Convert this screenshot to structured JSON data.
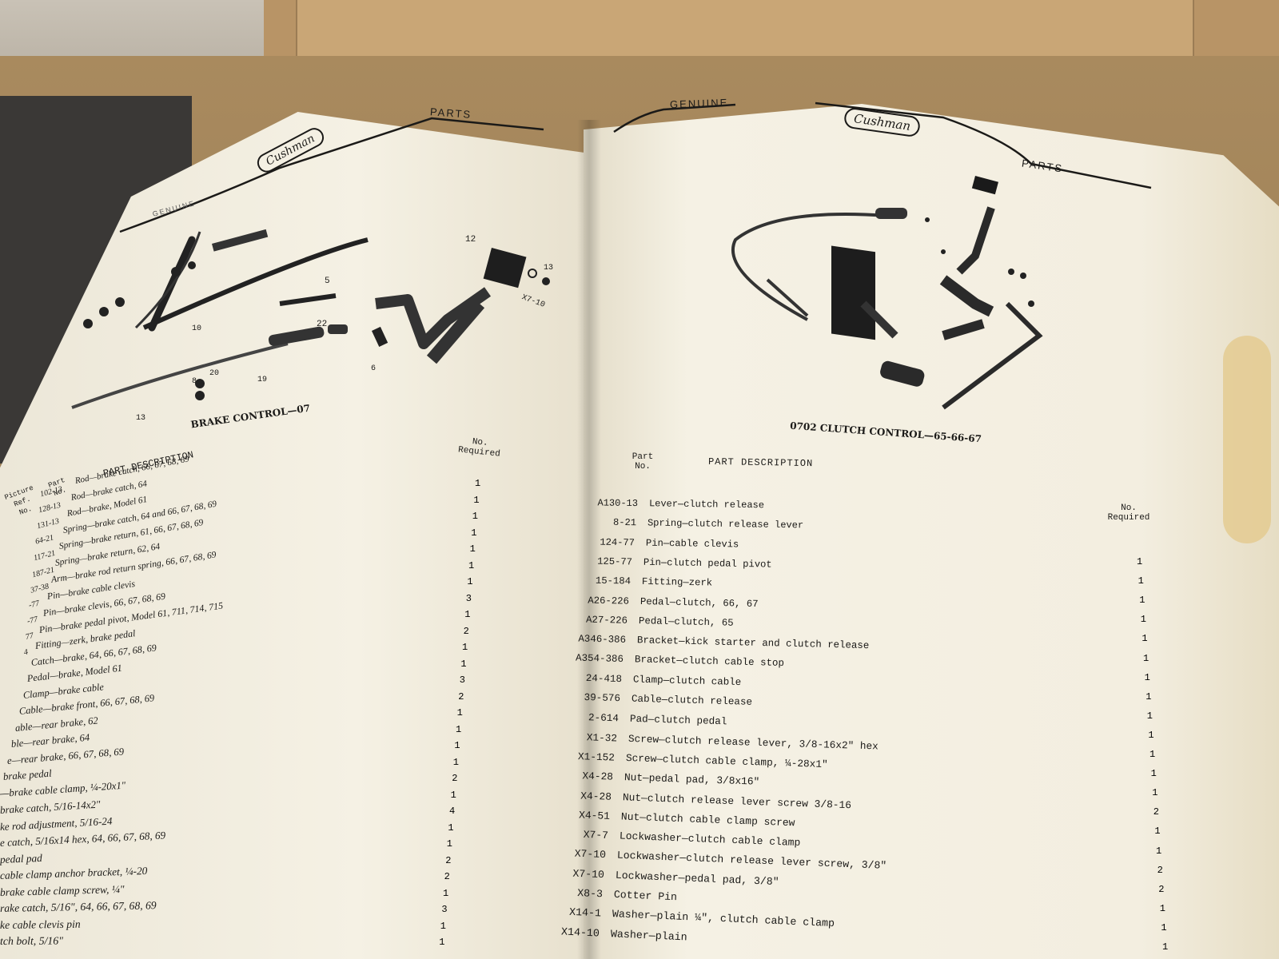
{
  "left_page": {
    "header_parts": "PARTS",
    "header_genuine": "GENUINE",
    "diagram_caption": "BRAKE CONTROL—07",
    "col_picture_ref": "Picture Ref. No.",
    "col_part_no": "Part No.",
    "col_description": "PART DESCRIPTION",
    "col_required": "No. Required",
    "callouts": [
      "12",
      "13",
      "X7-10",
      "5",
      "22",
      "6",
      "10",
      "8",
      "20",
      "19",
      "13"
    ],
    "rows": [
      {
        "part": "102-13",
        "desc": "Rod—brake catch, 66, 67, 68, 69",
        "qty": "1"
      },
      {
        "part": "128-13",
        "desc": "Rod—brake catch, 64",
        "qty": "1"
      },
      {
        "part": "131-13",
        "desc": "Rod—brake, Model 61",
        "qty": "1"
      },
      {
        "part": "64-21",
        "desc": "Spring—brake catch, 64 and 66, 67, 68, 69",
        "qty": "1"
      },
      {
        "part": "117-21",
        "desc": "Spring—brake return, 61, 66, 67, 68, 69",
        "qty": "1"
      },
      {
        "part": "187-21",
        "desc": "Spring—brake return, 62, 64",
        "qty": "1"
      },
      {
        "part": "37-38",
        "desc": "Arm—brake rod return spring, 66, 67, 68, 69",
        "qty": "1"
      },
      {
        "part": "-77",
        "desc": "Pin—brake cable clevis",
        "qty": "3"
      },
      {
        "part": "-77",
        "desc": "Pin—brake clevis, 66, 67, 68, 69",
        "qty": "1"
      },
      {
        "part": "77",
        "desc": "Pin—brake pedal pivot, Model 61, 711, 714, 715",
        "qty": "2"
      },
      {
        "part": "4",
        "desc": "Fitting—zerk, brake pedal",
        "qty": "1"
      },
      {
        "part": "",
        "desc": "Catch—brake, 64, 66, 67, 68, 69",
        "qty": "1"
      },
      {
        "part": "",
        "desc": "Pedal—brake, Model 61",
        "qty": "3"
      },
      {
        "part": "",
        "desc": "Clamp—brake cable",
        "qty": "2"
      },
      {
        "part": "",
        "desc": "Cable—brake front, 66, 67, 68, 69",
        "qty": "1"
      },
      {
        "part": "",
        "desc": "able—rear brake, 62",
        "qty": "1"
      },
      {
        "part": "",
        "desc": "ble—rear brake, 64",
        "qty": "1"
      },
      {
        "part": "",
        "desc": "e—rear brake, 66, 67, 68, 69",
        "qty": "1"
      },
      {
        "part": "",
        "desc": "brake pedal",
        "qty": "2"
      },
      {
        "part": "",
        "desc": "—brake cable clamp, ¼-20x1\"",
        "qty": "1"
      },
      {
        "part": "",
        "desc": "brake catch, 5/16-14x2\"",
        "qty": "4"
      },
      {
        "part": "",
        "desc": "ke rod adjustment, 5/16-24",
        "qty": "1"
      },
      {
        "part": "",
        "desc": "e catch, 5/16x14 hex, 64, 66, 67, 68, 69",
        "qty": "1"
      },
      {
        "part": "",
        "desc": "pedal pad",
        "qty": "2"
      },
      {
        "part": "",
        "desc": "cable clamp anchor bracket, ¼-20",
        "qty": "2"
      },
      {
        "part": "",
        "desc": "brake cable clamp screw, ¼\"",
        "qty": "1"
      },
      {
        "part": "",
        "desc": "rake catch, 5/16\", 64, 66, 67, 68, 69",
        "qty": "3"
      },
      {
        "part": "",
        "desc": "ke cable clevis pin",
        "qty": "1"
      },
      {
        "part": "",
        "desc": "tch bolt, 5/16\"",
        "qty": "1"
      }
    ]
  },
  "right_page": {
    "header_genuine": "GENUINE",
    "brand": "Cushman",
    "header_parts": "PARTS",
    "diagram_caption": "0702 CLUTCH CONTROL—65-66-67",
    "col_part_no": "Part No.",
    "col_description": "PART DESCRIPTION",
    "col_required": "No. Required",
    "rows": [
      {
        "part": "A130-13",
        "desc": "Lever—clutch release",
        "qty": "1"
      },
      {
        "part": "8-21",
        "desc": "Spring—clutch release lever",
        "qty": "1"
      },
      {
        "part": "124-77",
        "desc": "Pin—cable clevis",
        "qty": "1"
      },
      {
        "part": "125-77",
        "desc": "Pin—clutch pedal pivot",
        "qty": "1"
      },
      {
        "part": "15-184",
        "desc": "Fitting—zerk",
        "qty": "1"
      },
      {
        "part": "A26-226",
        "desc": "Pedal—clutch, 66, 67",
        "qty": "1"
      },
      {
        "part": "A27-226",
        "desc": "Pedal—clutch, 65",
        "qty": "1"
      },
      {
        "part": "A346-386",
        "desc": "Bracket—kick starter and clutch release",
        "qty": "1"
      },
      {
        "part": "A354-386",
        "desc": "Bracket—clutch cable stop",
        "qty": "1"
      },
      {
        "part": "24-418",
        "desc": "Clamp—clutch cable",
        "qty": "1"
      },
      {
        "part": "39-576",
        "desc": "Cable—clutch release",
        "qty": "1"
      },
      {
        "part": "2-614",
        "desc": "Pad—clutch pedal",
        "qty": "1"
      },
      {
        "part": "X1-32",
        "desc": "Screw—clutch release lever, 3/8-16x2\" hex",
        "qty": "1"
      },
      {
        "part": "X1-152",
        "desc": "Screw—clutch cable clamp, ¼-28x1\"",
        "qty": "2"
      },
      {
        "part": "X4-28",
        "desc": "Nut—pedal pad, 3/8x16\"",
        "qty": "1"
      },
      {
        "part": "X4-28",
        "desc": "Nut—clutch release lever screw 3/8-16",
        "qty": "1"
      },
      {
        "part": "X4-51",
        "desc": "Nut—clutch cable clamp screw",
        "qty": "2"
      },
      {
        "part": "X7-7",
        "desc": "Lockwasher—clutch cable clamp",
        "qty": "2"
      },
      {
        "part": "X7-10",
        "desc": "Lockwasher—clutch release lever screw, 3/8\"",
        "qty": "1"
      },
      {
        "part": "X7-10",
        "desc": "Lockwasher—pedal pad, 3/8\"",
        "qty": "1"
      },
      {
        "part": "X8-3",
        "desc": "Cotter Pin",
        "qty": "1"
      },
      {
        "part": "X14-1",
        "desc": "Washer—plain ¼\", clutch cable clamp",
        "qty": "1"
      },
      {
        "part": "X14-10",
        "desc": "Washer—plain",
        "qty": ""
      }
    ]
  }
}
